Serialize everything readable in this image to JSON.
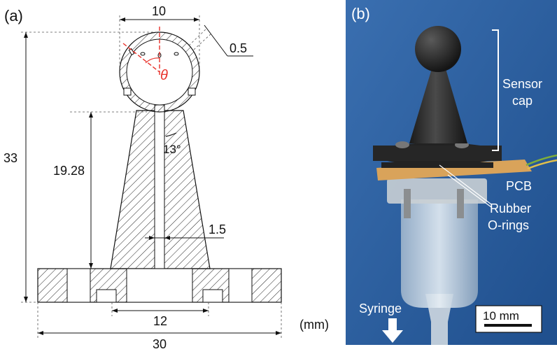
{
  "panel_a": {
    "label": "(a)",
    "dims": {
      "top_width": "10",
      "shell": "0.5",
      "angle_symbol": "θ",
      "cone_angle": "13°",
      "height_total": "33",
      "height_stem": "19.28",
      "channel": "1.5",
      "inner_width": "12",
      "base_width": "30"
    },
    "unit": "(mm)"
  },
  "panel_b": {
    "label": "(b)",
    "sensor_cap": "Sensor\ncap",
    "pcb": "PCB",
    "rubber": "Rubber\nO-rings",
    "syringe": "Syringe",
    "scale_bar": "10 mm"
  },
  "colors": {
    "accent_red": "#e8312a",
    "photo_bg": "#2d5f9e",
    "black": "#111111"
  }
}
